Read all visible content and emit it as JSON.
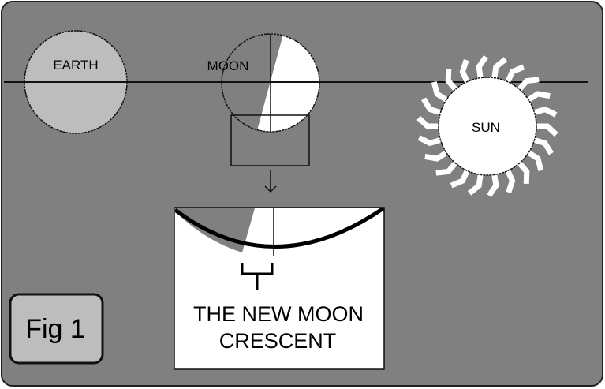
{
  "labels": {
    "earth": "EARTH",
    "moon": "MOON",
    "sun": "SUN",
    "inset_line1": "THE NEW MOON",
    "inset_line2": "CRESCENT",
    "figure": "Fig 1"
  },
  "colors": {
    "background": "#808080",
    "earth": "#bdbdbd",
    "lit": "#ffffff",
    "line": "#000000"
  }
}
